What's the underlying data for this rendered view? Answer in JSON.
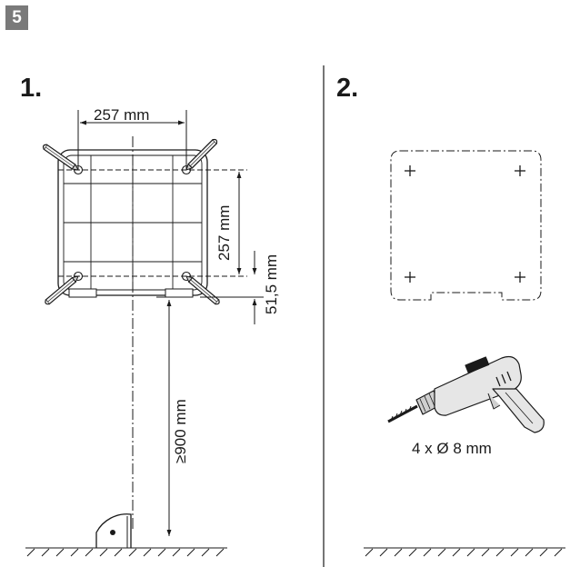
{
  "section_number": "5",
  "steps": {
    "step1": "1.",
    "step2": "2."
  },
  "dimensions": {
    "hole_spacing_horizontal": "257 mm",
    "hole_spacing_vertical": "257 mm",
    "bottom_offset": "51,5 mm",
    "floor_clearance": "≥900 mm"
  },
  "drill": {
    "label": "4 x Ø 8 mm"
  },
  "icons": [
    "pencil-icon",
    "drill-icon",
    "wall-socket-icon",
    "floor-hatch-icon"
  ]
}
